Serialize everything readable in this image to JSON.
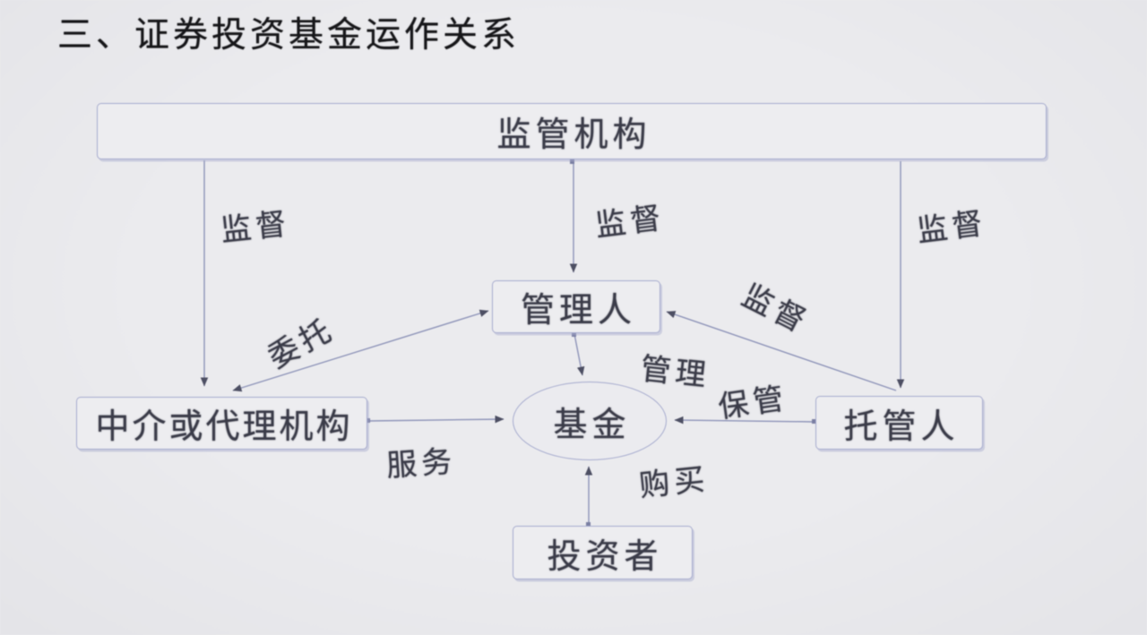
{
  "slide": {
    "title": "三、证券投资基金运作关系"
  },
  "diagram": {
    "nodes": {
      "regulator": {
        "label": "监管机构"
      },
      "manager": {
        "label": "管理人"
      },
      "intermediary": {
        "label": "中介或代理机构"
      },
      "custodian": {
        "label": "托管人"
      },
      "fund": {
        "label": "基金"
      },
      "investor": {
        "label": "投资者"
      }
    },
    "edges": {
      "supervise_left": {
        "label": "监督",
        "from": "regulator",
        "to": "intermediary",
        "direction": "one-way"
      },
      "supervise_middle": {
        "label": "监督",
        "from": "regulator",
        "to": "manager",
        "direction": "one-way"
      },
      "supervise_right": {
        "label": "监督",
        "from": "regulator",
        "to": "custodian",
        "direction": "one-way"
      },
      "supervise_diag": {
        "label": "监督",
        "from": "custodian",
        "to": "manager",
        "direction": "one-way"
      },
      "entrust": {
        "label": "委托",
        "from": "manager",
        "to": "intermediary",
        "direction": "two-way"
      },
      "manage": {
        "label": "管理",
        "from": "manager",
        "to": "fund",
        "direction": "one-way"
      },
      "safekeep": {
        "label": "保管",
        "from": "custodian",
        "to": "fund",
        "direction": "one-way"
      },
      "serve": {
        "label": "服务",
        "from": "intermediary",
        "to": "fund",
        "direction": "one-way"
      },
      "purchase": {
        "label": "购买",
        "from": "investor",
        "to": "fund",
        "direction": "one-way"
      }
    },
    "colors": {
      "background": "#e9e9ec",
      "connector": "#8d93b8",
      "box_border": "#a6abce",
      "box_fill": "#ededf0",
      "arrowhead": "#4d4f63",
      "label_text": "#3b3c49",
      "title_text": "#17171a"
    }
  }
}
